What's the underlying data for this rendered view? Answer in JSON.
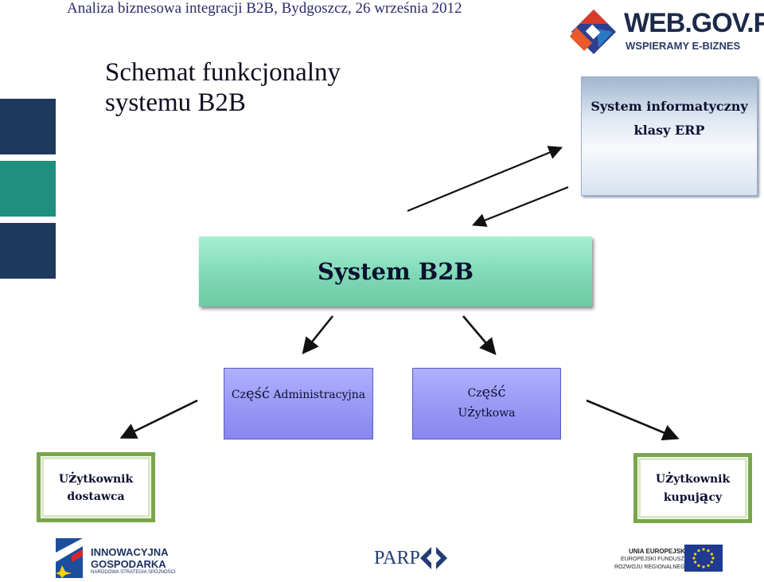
{
  "header_line": "Analiza biznesowa integracji B2B, Bydgoszcz, 26 września 2012",
  "title": {
    "line1": "Schemat  funkcjonalny",
    "line2": "systemu B2B"
  },
  "logo": {
    "name": "WEB.GOV.PL",
    "tagline": "WSPIERAMY E-BIZNES",
    "icon": "webgov-logo-icon"
  },
  "nodes": {
    "erp": {
      "line1": "System informatyczny",
      "line2": "klasy ERP"
    },
    "b2b": {
      "label": "System B2B"
    },
    "admin": {
      "prefix": "Cz",
      "accent": "ęść",
      "rest": " Administracyjna"
    },
    "user_part": {
      "prefix": "Cz",
      "accent": "ęść",
      "line2_prefix": "U",
      "line2_accent": "ż",
      "line2_rest": "ytkowa"
    },
    "supplier": {
      "line1_prefix": "U",
      "line1_accent": "ż",
      "line1_rest": "ytkownik",
      "line2": "dostawca"
    },
    "buyer": {
      "line1_prefix": "U",
      "line1_accent": "ż",
      "line1_rest": "ytkownik",
      "line2_prefix": "kupuj",
      "line2_accent": "ą",
      "line2_rest": "cy"
    }
  },
  "edges": [
    {
      "from": "b2b",
      "to": "erp"
    },
    {
      "from": "erp",
      "to": "b2b"
    },
    {
      "from": "b2b",
      "to": "admin"
    },
    {
      "from": "b2b",
      "to": "user_part"
    },
    {
      "from": "admin",
      "to": "supplier"
    },
    {
      "from": "user_part",
      "to": "buyer"
    }
  ],
  "footer": {
    "ig_line1": "INNOWACYJNA",
    "ig_line2": "GOSPODARKA",
    "ig_line3": "NARODOWA STRATEGIA SPÓJNOŚCI",
    "parp": "PARP",
    "eu_line1": "UNIA EUROPEJSKA",
    "eu_line2": "EUROPEJSKI FUNDUSZ",
    "eu_line3": "ROZWOJU REGIONALNEGO"
  },
  "colors": {
    "side_blocks": [
      "#1d3a5c",
      "#1f8f7f",
      "#1d3a5c"
    ],
    "b2b_fill": "#8fe3c2",
    "part_fill": "#9d9df6",
    "user_border": "#78a64b",
    "title_text": "#0d0d20"
  }
}
